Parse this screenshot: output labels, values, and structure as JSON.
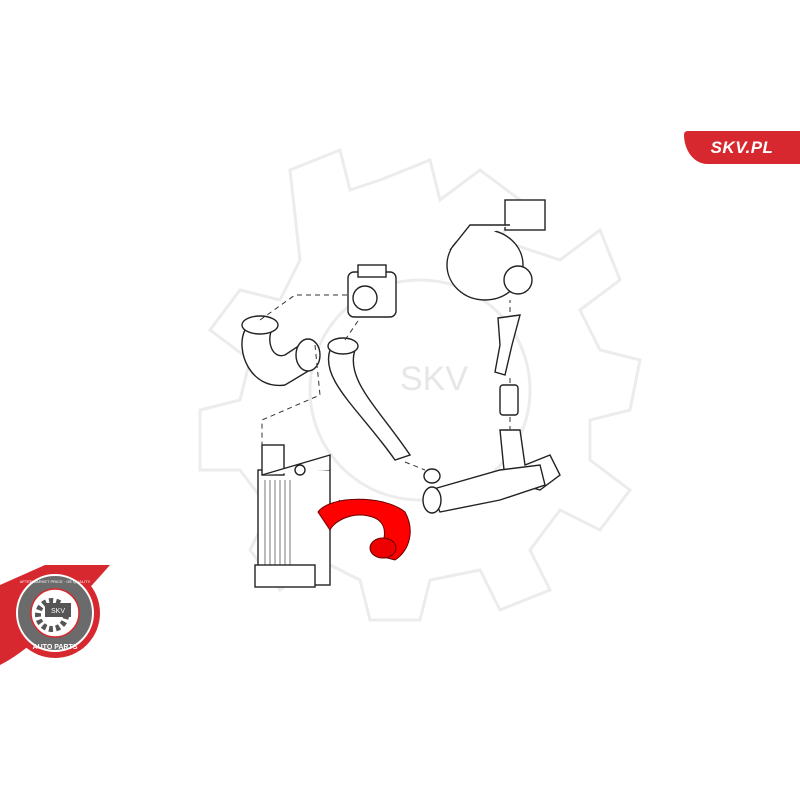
{
  "brand": {
    "site_label": "SKV.PL",
    "color": "#d7282f"
  },
  "badge": {
    "top_text": "AFTERMARKET PRICE · OE QUALITY",
    "center_text": "SKV",
    "bottom_text": "AUTO PARTS"
  },
  "watermark": {
    "text": "SKV"
  },
  "highlight_color": "#ff0000"
}
